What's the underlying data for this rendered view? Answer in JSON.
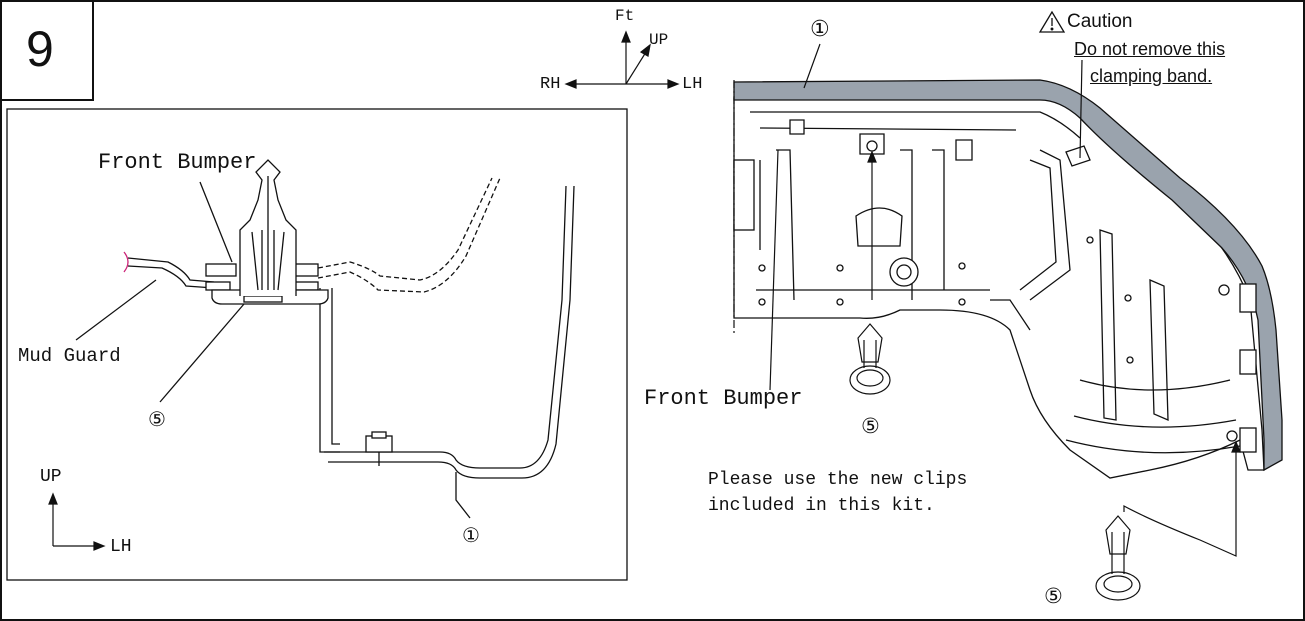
{
  "step": {
    "number": "9"
  },
  "detail_view": {
    "front_bumper_label": "Front Bumper",
    "mud_guard_label": "Mud Guard",
    "clip_callout": "⑤",
    "part_callout": "①",
    "axis_up": "UP",
    "axis_lh": "LH"
  },
  "main_view": {
    "compass": {
      "ft": "Ft",
      "up": "UP",
      "rh": "RH",
      "lh": "LH"
    },
    "part_callout": "①",
    "caution": {
      "title": "Caution",
      "line1": "Do not remove this",
      "line2": "clamping band."
    },
    "front_bumper_label": "Front Bumper",
    "clip_callout_center": "⑤",
    "clip_callout_bottom": "⑤",
    "note_line1": "Please use the new clips",
    "note_line2": "included in this kit."
  },
  "colors": {
    "line": "#111111",
    "bumper_fill": "#9aa3ad",
    "panel_fill": "#ffffff",
    "hatch_mark": "#cc2277"
  }
}
